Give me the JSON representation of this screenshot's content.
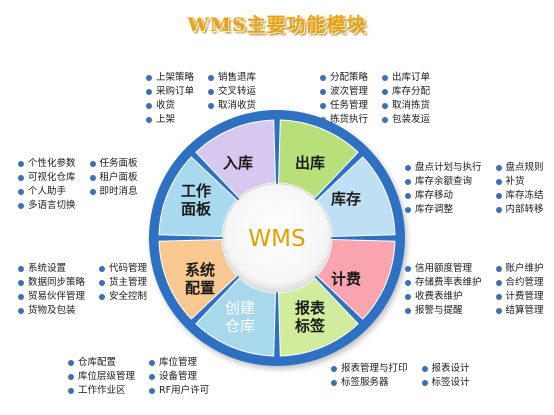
{
  "title": "WMS主要功能模块",
  "center": "WMS",
  "segments": {
    "ruku": "入库",
    "chuku": "出库",
    "kucun": "库存",
    "jifei": "计费",
    "baobiao": [
      "报表",
      "标签"
    ],
    "chuangjian": [
      "创建",
      "仓库"
    ],
    "xitong": [
      "系统",
      "配置"
    ],
    "gongzuo": [
      "工作",
      "面板"
    ]
  },
  "colors": {
    "ruku": "#a9d9ef",
    "chuku": "#d6c8ee",
    "kucun": "#b8e07a",
    "jifei": "#bfe0f4",
    "baobiao": "#f9a4ae",
    "chuangjian": "#d0ec9c",
    "xitong": "#a8d8ec",
    "gongzuo": "#f8c890",
    "ring": "#2f6fc2",
    "bullet": "#3d6fb5",
    "title": "#e8a21a",
    "center_text": "#e0a000"
  },
  "lists": {
    "ruku": [
      "上架策略",
      "销售退库",
      "采购订单",
      "交叉转运",
      "收货",
      "取消收货",
      "上架"
    ],
    "chuku": [
      "分配策略",
      "出库订单",
      "波次管理",
      "库存分配",
      "任务管理",
      "取消拣货",
      "拣货执行",
      "包装发运"
    ],
    "kucun": [
      "盘点计划与执行",
      "盘点规则",
      "库存余额查询",
      "补货",
      "库存移动",
      "库存冻结",
      "库存调整",
      "内部转移"
    ],
    "jifei": [
      "信用额度管理",
      "账户维护",
      "存储费率表维护",
      "合约管理",
      "收费表维护",
      "计费管理",
      "报警与提醒",
      "结算管理"
    ],
    "baobiao": [
      "报表管理与打印",
      "报表设计",
      "标签服务器",
      "标签设计"
    ],
    "chuangjian": [
      "仓库配置",
      "库位管理",
      "库位层级管理",
      "设备管理",
      "工作作业区",
      "RF用户许可"
    ],
    "xitong": [
      "系统设置",
      "代码管理",
      "数据同步策略",
      "货主管理",
      "贸易伙伴管理",
      "安全控制",
      "货物及包装"
    ],
    "gongzuo": [
      "个性化参数",
      "任务面板",
      "可视化仓库",
      "租户面板",
      "个人助手",
      "即时消息",
      "多语言切换"
    ]
  }
}
